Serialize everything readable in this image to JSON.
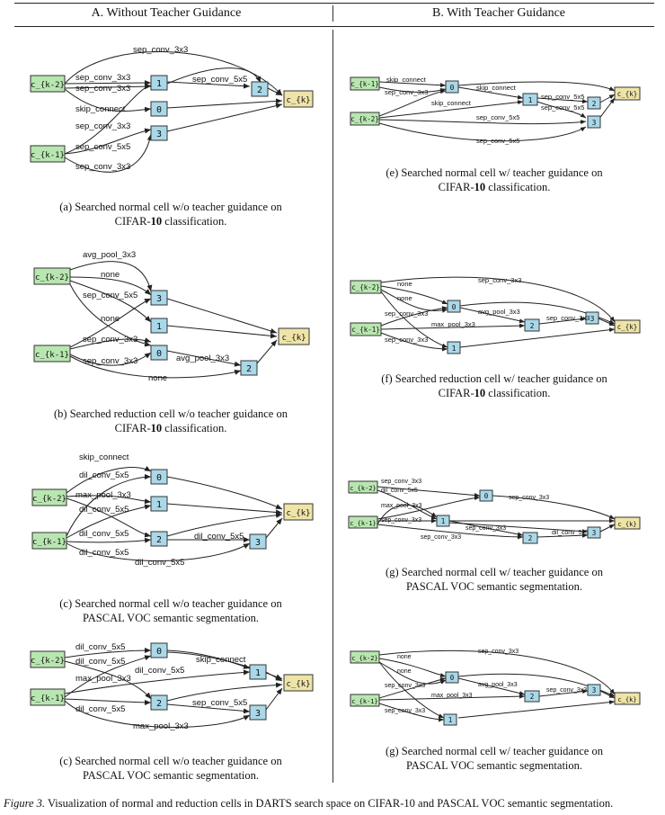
{
  "headers": {
    "left": "A. Without Teacher Guidance",
    "right": "B. With Teacher Guidance"
  },
  "figure_caption": {
    "label": "Figure 3.",
    "text": " Visualization of normal and reduction cells in DARTS search space on CIFAR-10 and PASCAL VOC semantic segmentation."
  },
  "node_labels": {
    "k2": "c_{k-2}",
    "k1": "c_{k-1}",
    "out": "c_{k}",
    "n0": "0",
    "n1": "1",
    "n2": "2",
    "n3": "3"
  },
  "ops": {
    "sep3": "sep_conv_3x3",
    "sep5": "sep_conv_5x5",
    "skip": "skip_connect",
    "avg3": "avg_pool_3x3",
    "max3": "max_pool_3x3",
    "dil5": "dil_conv_5x5",
    "none": "none"
  },
  "captions": {
    "a": {
      "line1": "(a) Searched normal cell w/o teacher guidance on",
      "line2a": "CIFAR-",
      "line2b": "10",
      "line2c": " classification."
    },
    "b": {
      "line1": "(b) Searched reduction cell w/o teacher guidance on",
      "line2a": "CIFAR-",
      "line2b": "10",
      "line2c": " classification."
    },
    "c1": {
      "line1": "(c) Searched normal cell w/o teacher guidance on",
      "line2": "PASCAL VOC semantic segmentation."
    },
    "c2": {
      "line1": "(c) Searched normal cell w/o teacher guidance on",
      "line2": "PASCAL VOC semantic segmentation."
    },
    "e": {
      "line1": "(e) Searched normal cell w/ teacher guidance on",
      "line2a": "CIFAR-",
      "line2b": "10",
      "line2c": " classification."
    },
    "f": {
      "line1": "(f) Searched reduction cell w/ teacher guidance on",
      "line2a": "CIFAR-",
      "line2b": "10",
      "line2c": " classification."
    },
    "g1": {
      "line1": "(g) Searched normal cell w/ teacher guidance on",
      "line2": "PASCAL VOC semantic segmentation."
    },
    "g2": {
      "line1": "(g) Searched normal cell w/ teacher guidance on",
      "line2": "PASCAL VOC semantic segmentation."
    }
  },
  "colors": {
    "input_node": "#b8e6b0",
    "intermediate_node": "#a9d8e8",
    "output_node": "#efe4a8"
  }
}
